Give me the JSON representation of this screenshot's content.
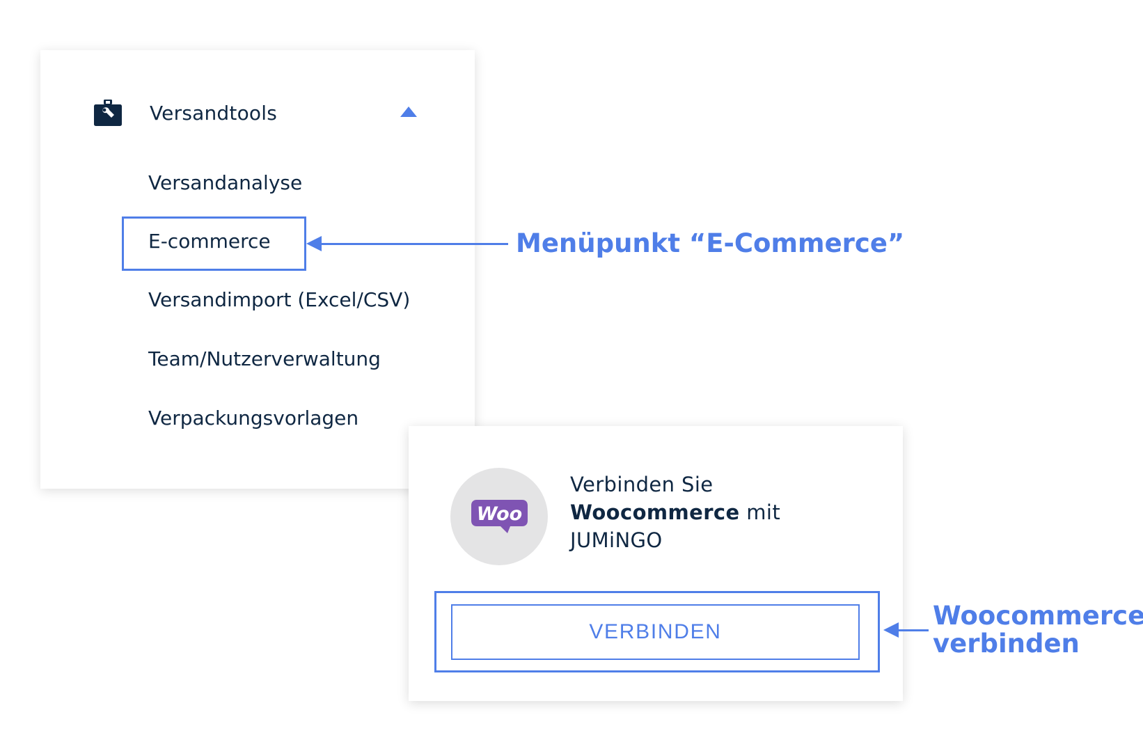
{
  "colors": {
    "accent": "#4f7ee8",
    "text": "#0f2742",
    "woo_purple": "#7f54b3",
    "woo_circle": "#e4e4e5"
  },
  "menu": {
    "header_icon": "toolbox-icon",
    "title": "Versandtools",
    "toggle_icon": "chevron-up-icon",
    "items": [
      {
        "label": "Versandanalyse"
      },
      {
        "label": "E-commerce"
      },
      {
        "label": "Versandimport (Excel/CSV)"
      },
      {
        "label": "Team/Nutzerverwaltung"
      },
      {
        "label": "Verpackungsvorlagen"
      }
    ]
  },
  "annotations": {
    "menu_item": "Menüpunkt “E-Commerce”",
    "woocommerce_line1": "Woocommerce",
    "woocommerce_line2": "verbinden"
  },
  "connect_card": {
    "logo_icon": "woocommerce-logo-icon",
    "logo_text": "Woo",
    "text_prefix": "Verbinden Sie",
    "text_strong": "Woocommerce",
    "text_mid": "mit",
    "text_brand": "JUMiNGO",
    "button_label": "VERBINDEN"
  }
}
